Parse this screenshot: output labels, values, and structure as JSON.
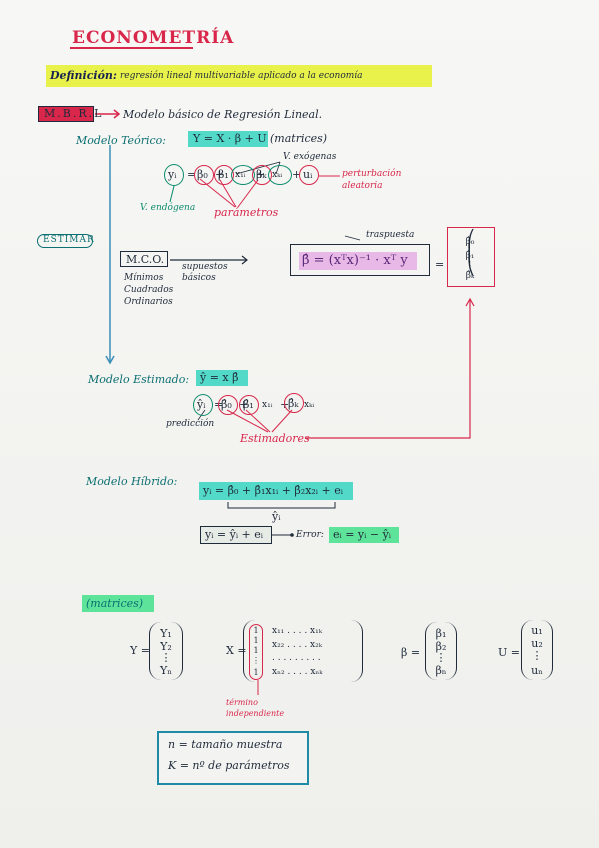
{
  "title": "ECONOMETRÍA",
  "definition": {
    "label": "Definición:",
    "text": "regresión lineal multivariable aplicado a la economía"
  },
  "mbrl": {
    "tag": "M.B.R.L",
    "text": "Modelo básico de Regresión Lineal."
  },
  "teorico": {
    "label": "Modelo Teórico:",
    "equation": "Y = X · β + U",
    "equation_note": "(matrices)",
    "expanded": [
      "yᵢ",
      "=",
      "β₀",
      "+",
      "β₁",
      "x₁ᵢ",
      "+",
      "βₖ",
      "xₖᵢ",
      "+",
      "uᵢ"
    ],
    "v_exogenas": "V. exógenas",
    "perturbacion": "perturbación aleatoria",
    "v_endogena": "V. endógena",
    "parametros": "parámetros"
  },
  "estimar": {
    "label": "ESTIMAR",
    "mco": "M.C.O.",
    "mco_lines": [
      "Mínimos",
      "Cuadrados",
      "Ordinarios"
    ],
    "supuestos": "supuestos básicos",
    "traspuesta": "traspuesta",
    "formula": "β̂ = (xᵀx)⁻¹ · xᵀ y",
    "equals": "=",
    "beta_vector": [
      "β̂₀",
      "β̂₁",
      "⋮",
      "β̂ₖ"
    ]
  },
  "estimado": {
    "label": "Modelo Estimado:",
    "equation": "ŷ = x β̂",
    "expanded": [
      "ŷᵢ",
      "=",
      "β̂₀",
      "+",
      "β̂₁",
      "x₁ᵢ",
      "+",
      "β̂ₖ",
      "xₖᵢ"
    ],
    "prediccion": "predicción",
    "estimadores": "Estimadores"
  },
  "hibrido": {
    "label": "Modelo Híbrido:",
    "equation": "yᵢ = β̂₀ + β̂₁x₁ᵢ + β̂₂x₂ᵢ + eᵢ",
    "brace": "ŷᵢ",
    "eq2": "yᵢ = ŷᵢ + eᵢ",
    "error_label": "Error:",
    "error_eq": "eᵢ = yᵢ − ŷᵢ"
  },
  "matrices": {
    "label": "(matrices)",
    "Y": {
      "name": "Y =",
      "entries": [
        "Y₁",
        "Y₂",
        "⋮",
        "Yₙ"
      ]
    },
    "X": {
      "name": "X =",
      "col1": [
        "1",
        "1",
        "1",
        "⋮",
        "1"
      ],
      "rows": [
        "x₁₁ . . . . x₁ₖ",
        "x₂₂ . . . . x₂ₖ",
        ". . . . . . . . .",
        "xₙ₂ . . . . xₙₖ"
      ]
    },
    "B": {
      "name": "β =",
      "entries": [
        "β₁",
        "β₂",
        "⋮",
        "βₙ"
      ]
    },
    "U": {
      "name": "U =",
      "entries": [
        "u₁",
        "u₂",
        "⋮",
        "uₙ"
      ]
    },
    "termino": "término independiente"
  },
  "legend": {
    "n": "n = tamaño muestra",
    "k": "K = nº de parámetros"
  }
}
